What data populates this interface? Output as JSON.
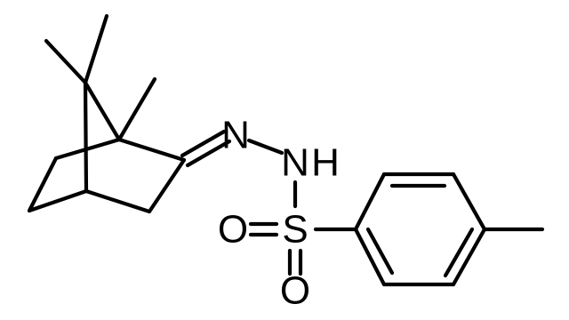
{
  "molecule": {
    "atoms": {
      "hydrazone_n": "N",
      "sulfonamide_n": "N",
      "sulfonamide_h": "H",
      "sulfur": "S",
      "oxygen_left": "O",
      "oxygen_bottom": "O"
    },
    "colors": {
      "bond": "#000000",
      "label": "#000000",
      "background": "#ffffff"
    }
  }
}
